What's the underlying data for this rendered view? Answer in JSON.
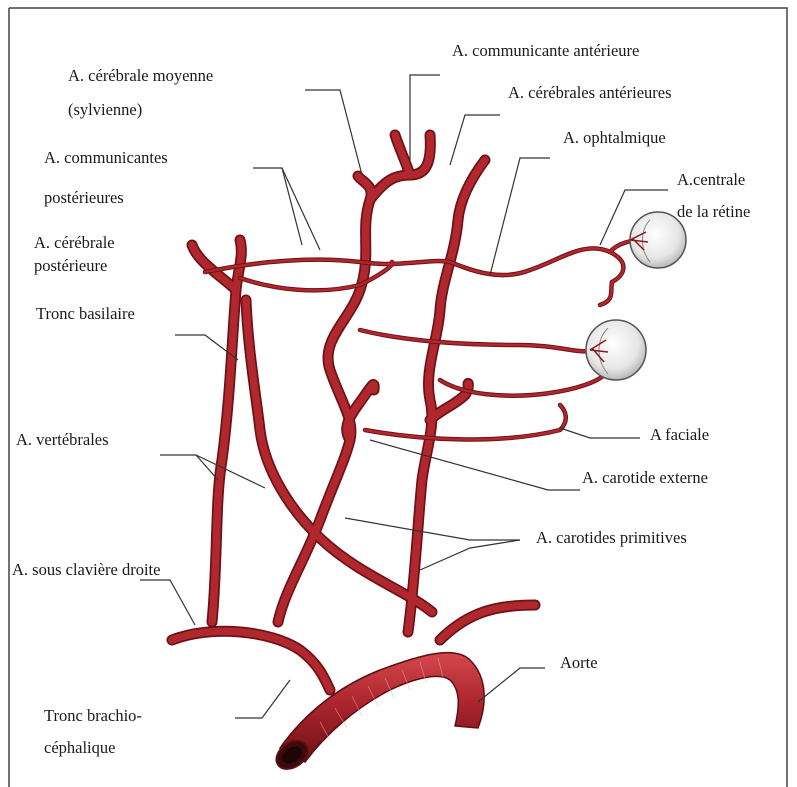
{
  "labels": {
    "communicante_anterieure": "A. communicante antérieure",
    "cerebrale_moyenne_1": "A. cérébrale moyenne",
    "cerebrale_moyenne_2": "(sylvienne)",
    "cerebrales_anterieures": "A. cérébrales antérieures",
    "communicantes_posterieures_1": "A. communicantes",
    "communicantes_posterieures_2": "postérieures",
    "ophtalmique": "A. ophtalmique",
    "centrale_retine_1": "A.centrale",
    "centrale_retine_2": "de la rétine",
    "cerebrale_posterieure_1": "A. cérébrale",
    "cerebrale_posterieure_2": "postérieure",
    "tronc_basilaire": "Tronc basilaire",
    "vertebrales": "A. vertébrales",
    "faciale": "A faciale",
    "carotide_externe": "A. carotide externe",
    "carotides_primitives": "A. carotides primitives",
    "sous_claviere_droite": "A. sous clavière droite",
    "aorte": "Aorte",
    "tronc_brachio_1": "Tronc brachio-",
    "tronc_brachio_2": "céphalique"
  },
  "colors": {
    "artery": "#a8232a",
    "artery_dark": "#6e1217",
    "artery_light": "#d24a4f",
    "leader": "#333333",
    "border": "#444444",
    "eye": "#e8e8e8"
  }
}
